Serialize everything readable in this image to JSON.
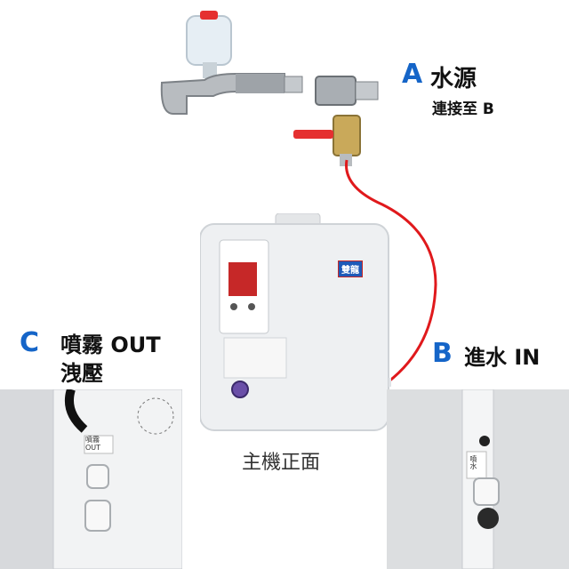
{
  "labels": {
    "a_letter": "A",
    "a_title": "水源",
    "a_sub": "連接至 B",
    "b_letter": "B",
    "b_title": "進水 IN",
    "c_letter": "C",
    "c_title": "噴霧 OUT",
    "c_sub": "洩壓",
    "caption": "主機正面"
  },
  "unit_marks": {
    "brand": "雙龍",
    "tag_left": "噴霧\nOUT",
    "tag_right": "噴水"
  },
  "colors": {
    "accent_blue": "#1565c8",
    "pipe_red": "#e0191c",
    "valve_red": "#e53030",
    "unit_body": "#eef0f2",
    "display_bg": "#c62828"
  },
  "icons": {
    "faucet": "faucet-icon",
    "valve": "valve-icon"
  }
}
